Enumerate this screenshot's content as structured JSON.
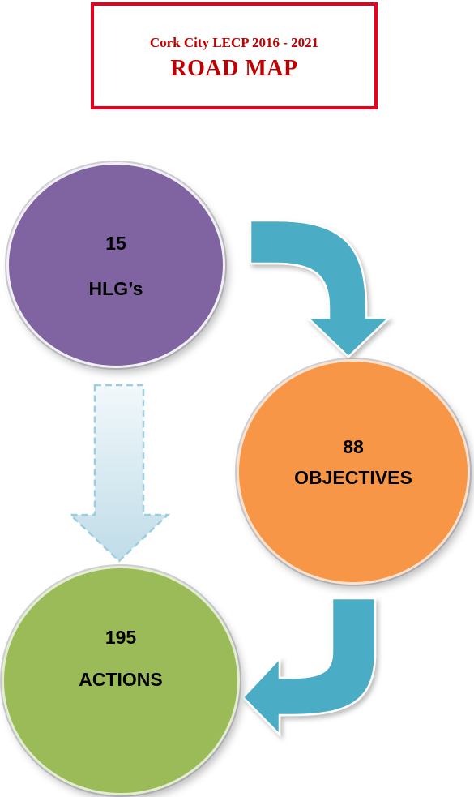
{
  "header": {
    "subtitle": "Cork City LECP 2016 - 2021",
    "title": "ROAD MAP"
  },
  "nodes": {
    "hlg": {
      "count": "15",
      "label": "HLG’s",
      "color": "#8064a2"
    },
    "objectives": {
      "count": "88",
      "label": "OBJECTIVES",
      "color": "#f79646"
    },
    "actions": {
      "count": "195",
      "label": "ACTIONS",
      "color": "#9bbb59"
    }
  },
  "colors": {
    "frame": "#e8001c",
    "title_text": "#c00000",
    "curved_arrow": "#4bacc6",
    "straight_arrow": "#d8eaf1"
  }
}
